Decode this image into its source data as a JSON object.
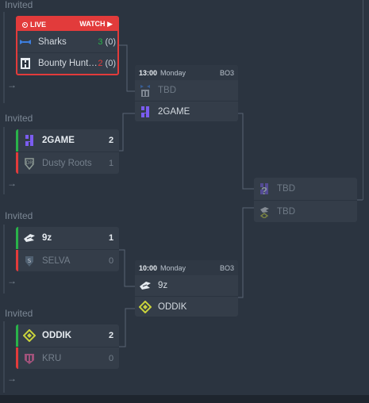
{
  "invited_label": "Invited",
  "live_match": {
    "live_label": "LIVE",
    "watch_label": "WATCH",
    "teams": [
      {
        "name": "Sharks",
        "score": "3",
        "maps": "(0)",
        "score_color": "#29b34a"
      },
      {
        "name": "Bounty Hunt…",
        "score": "2",
        "maps": "(0)",
        "score_color": "#e23b3b"
      }
    ]
  },
  "semi_1": {
    "time": "13:00",
    "day": "Monday",
    "format": "BO3",
    "teams": [
      {
        "name": "TBD"
      },
      {
        "name": "2GAME"
      }
    ]
  },
  "semi_2": {
    "time": "10:00",
    "day": "Monday",
    "format": "BO3",
    "teams": [
      {
        "name": "9z"
      },
      {
        "name": "ODDIK"
      }
    ]
  },
  "final": {
    "teams": [
      {
        "name": "TBD"
      },
      {
        "name": "TBD"
      }
    ]
  },
  "match_2game": {
    "teams": [
      {
        "name": "2GAME",
        "score": "2"
      },
      {
        "name": "Dusty Roots",
        "score": "1"
      }
    ]
  },
  "match_9z": {
    "teams": [
      {
        "name": "9z",
        "score": "1"
      },
      {
        "name": "SELVA",
        "score": "0"
      }
    ]
  },
  "match_oddik": {
    "teams": [
      {
        "name": "ODDIK",
        "score": "2"
      },
      {
        "name": "KRÜ",
        "score": "0"
      }
    ]
  },
  "colors": {
    "win": "#29b34a",
    "lose": "#e23b3b",
    "live": "#e23b3b",
    "background": "#2b3440",
    "card": "#343d49"
  },
  "icons": {
    "arrow": "→",
    "watch_arrow": "▶"
  }
}
